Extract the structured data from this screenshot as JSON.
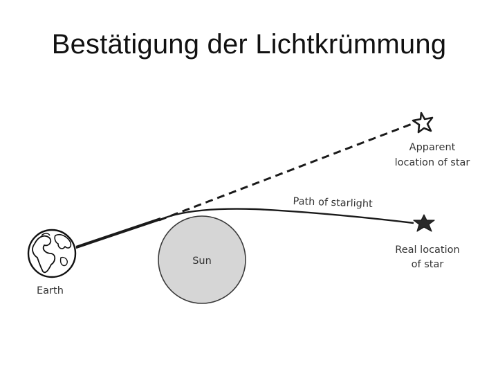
{
  "slide": {
    "title": "Bestätigung der Lichtkrümmung"
  },
  "diagram": {
    "earth_label": "Earth",
    "sun_label": "Sun",
    "path_label": "Path of starlight",
    "apparent_label_line1": "Apparent",
    "apparent_label_line2": "location of star",
    "real_label_line1": "Real location",
    "real_label_line2": "of star"
  },
  "icons": {
    "earth": "globe-icon",
    "apparent_star": "outline-star-icon",
    "real_star": "filled-star-icon"
  },
  "colors": {
    "text": "#111111",
    "label": "#333333",
    "sun_fill": "#d6d6d6",
    "line": "#1a1a1a"
  }
}
